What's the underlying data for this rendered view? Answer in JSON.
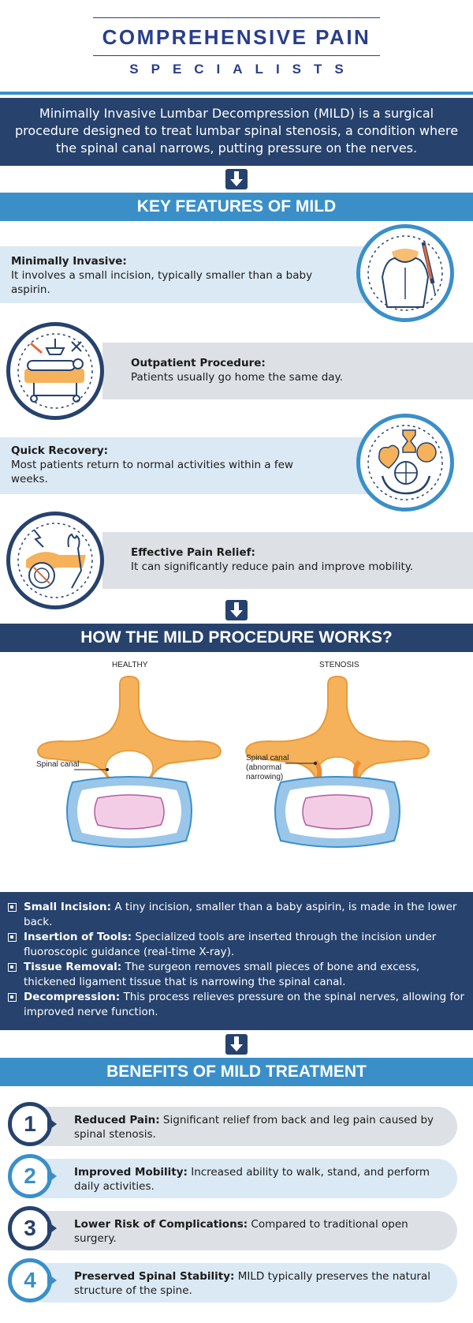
{
  "header": {
    "title_line1": "COMPREHENSIVE PAIN",
    "title_line2": "SPECIALISTS"
  },
  "intro": {
    "text": "Minimally Invasive Lumbar Decompression (MILD) is a surgical procedure designed to treat lumbar spinal stenosis, a condition where the spinal canal narrows, putting pressure on the nerves."
  },
  "key_features": {
    "heading": "KEY FEATURES OF MILD",
    "items": [
      {
        "title": "Minimally Invasive:",
        "desc": "It involves a small incision, typically smaller than a baby aspirin.",
        "icon": "syringe-torso-icon"
      },
      {
        "title": "Outpatient Procedure:",
        "desc": "Patients usually go home the same day.",
        "icon": "patient-bed-icon"
      },
      {
        "title": "Quick Recovery:",
        "desc": "Most patients return to normal activities within a few weeks.",
        "icon": "recovery-hands-icon"
      },
      {
        "title": "Effective Pain Relief:",
        "desc": "It can significantly reduce pain and improve mobility.",
        "icon": "pain-relief-icon"
      }
    ]
  },
  "how_it_works": {
    "heading": "HOW THE MILD PROCEDURE WORKS?",
    "diagram": {
      "left_label": "HEALTHY",
      "right_label": "STENOSIS",
      "left_annotation": "Spinal canal",
      "right_annotation_1": "Spinal canal",
      "right_annotation_2": "(abnormal",
      "right_annotation_3": "narrowing)"
    },
    "steps": [
      {
        "term": "Small Incision:",
        "text": " A tiny incision, smaller than a baby aspirin, is made in the lower back."
      },
      {
        "term": "Insertion of Tools:",
        "text": " Specialized tools are inserted through the incision under fluoroscopic guidance (real-time X-ray)."
      },
      {
        "term": "Tissue Removal:",
        "text": " The surgeon removes small pieces of bone and excess, thickened ligament tissue that is narrowing the spinal canal."
      },
      {
        "term": "Decompression:",
        "text": " This process relieves pressure on the spinal nerves, allowing for improved nerve function."
      }
    ]
  },
  "benefits": {
    "heading": "BENEFITS OF MILD TREATMENT",
    "items": [
      {
        "num": "1",
        "term": "Reduced Pain:",
        "text": " Significant relief from back and leg pain caused by spinal stenosis."
      },
      {
        "num": "2",
        "term": "Improved Mobility:",
        "text": " Increased ability to walk, stand, and perform daily activities."
      },
      {
        "num": "3",
        "term": "Lower Risk of Complications:",
        "text": " Compared to traditional open surgery."
      },
      {
        "num": "4",
        "term": "Preserved Spinal Stability:",
        "text": " MILD typically preserves the natural structure of the spine."
      }
    ]
  },
  "colors": {
    "navy": "#26426d",
    "accent_blue": "#3a8fc9",
    "title_blue": "#283e8c",
    "bone_orange": "#f5b25a",
    "disc_pink": "#f3cde6"
  }
}
